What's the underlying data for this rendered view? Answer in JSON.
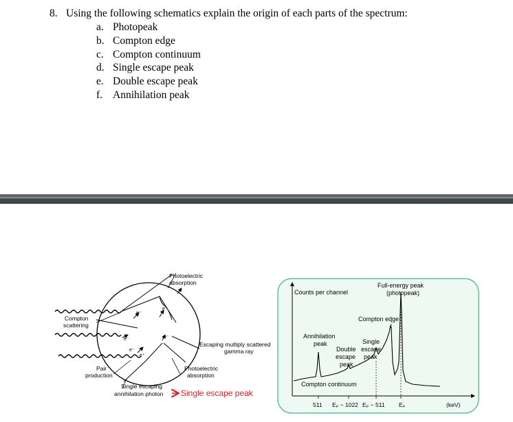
{
  "question": {
    "number": "8.",
    "text": "Using the following schematics explain the origin of each parts of the spectrum:",
    "items": [
      {
        "letter": "a.",
        "label": "Photopeak"
      },
      {
        "letter": "b.",
        "label": "Compton edge"
      },
      {
        "letter": "c.",
        "label": "Compton continuum"
      },
      {
        "letter": "d.",
        "label": "Single escape peak"
      },
      {
        "letter": "e.",
        "label": "Double escape peak"
      },
      {
        "letter": "f.",
        "label": "Annihilation peak"
      }
    ]
  },
  "schematic": {
    "photoelectric_absorption_top": [
      "Photoelectric",
      "absorption"
    ],
    "compton_scattering": [
      "Compton",
      "scattering"
    ],
    "pair_production": [
      "Pair",
      "production"
    ],
    "escaping_scattered": [
      "Escaping multiply scattered",
      "gamma ray"
    ],
    "photoelectric_absorption_bottom": [
      "Photoelectric",
      "absorption"
    ],
    "single_escaping": [
      "Single escaping",
      "annihilation photon"
    ],
    "annotation": "Single escape peak",
    "annotation_color": "#e02020",
    "electron_label": "e⁻",
    "positron_label": "e⁺"
  },
  "spectrum": {
    "ylabel": "Counts per channel",
    "full_energy_peak": [
      "Full-energy peak",
      "(photopeak)"
    ],
    "compton_edge": "Compton edge",
    "annihilation_peak": [
      "Annihilation",
      "peak"
    ],
    "single_escape": [
      "Single",
      "escape",
      "peak"
    ],
    "double_escape": [
      "Double",
      "escape",
      "peak"
    ],
    "compton_continuum": "Compton continuum",
    "ticks": [
      "511",
      "Eₚ − 1022",
      "Eₚ − 511",
      "Eₚ"
    ],
    "xunit": "(keV)",
    "panel_border_color": "#3fb58a",
    "panel_fill_color": "#eef9f4"
  }
}
